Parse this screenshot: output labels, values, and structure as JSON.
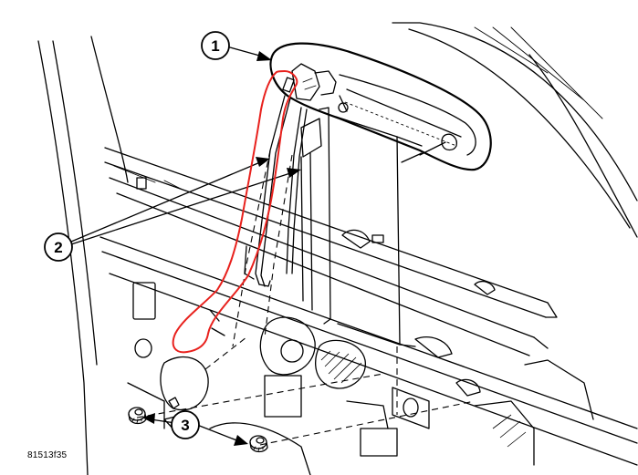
{
  "callouts": [
    {
      "label": "1"
    },
    {
      "label": "2"
    },
    {
      "label": "3"
    }
  ],
  "figure_code": "81513f35",
  "colors": {
    "linework": "#000000",
    "highlight": "#e8211d",
    "background": "#ffffff"
  }
}
